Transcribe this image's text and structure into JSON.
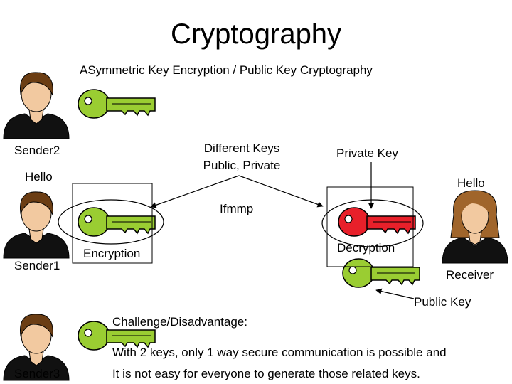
{
  "title": "Cryptography",
  "subtitle": "ASymmetric Key Encryption /  Public Key Cryptography",
  "people": {
    "sender2": "Sender2",
    "sender1": "Sender1",
    "sender3": "Sender3",
    "receiver": "Receiver"
  },
  "messages": {
    "plaintext_left": "Hello",
    "plaintext_right": "Hello",
    "ciphertext": "Ifmmp"
  },
  "labels": {
    "different_keys_line1": "Different Keys",
    "different_keys_line2": "Public, Private",
    "private_key": "Private Key",
    "public_key": "Public Key",
    "encryption": "Encryption",
    "decryption": "Decryption"
  },
  "challenge": {
    "heading": "Challenge/Disadvantage:",
    "line1": "With 2 keys, only 1 way secure communication is possible and",
    "line2": "It is not easy for everyone to generate those related keys."
  },
  "colors": {
    "public_key": "#9acd32",
    "private_key": "#e8202a",
    "skin": "#f2c9a0",
    "hair_male": "#6b3d13",
    "hair_female": "#a0652b",
    "shirt": "#111111"
  },
  "icons": {
    "key": "key-icon",
    "person": "person-icon"
  }
}
